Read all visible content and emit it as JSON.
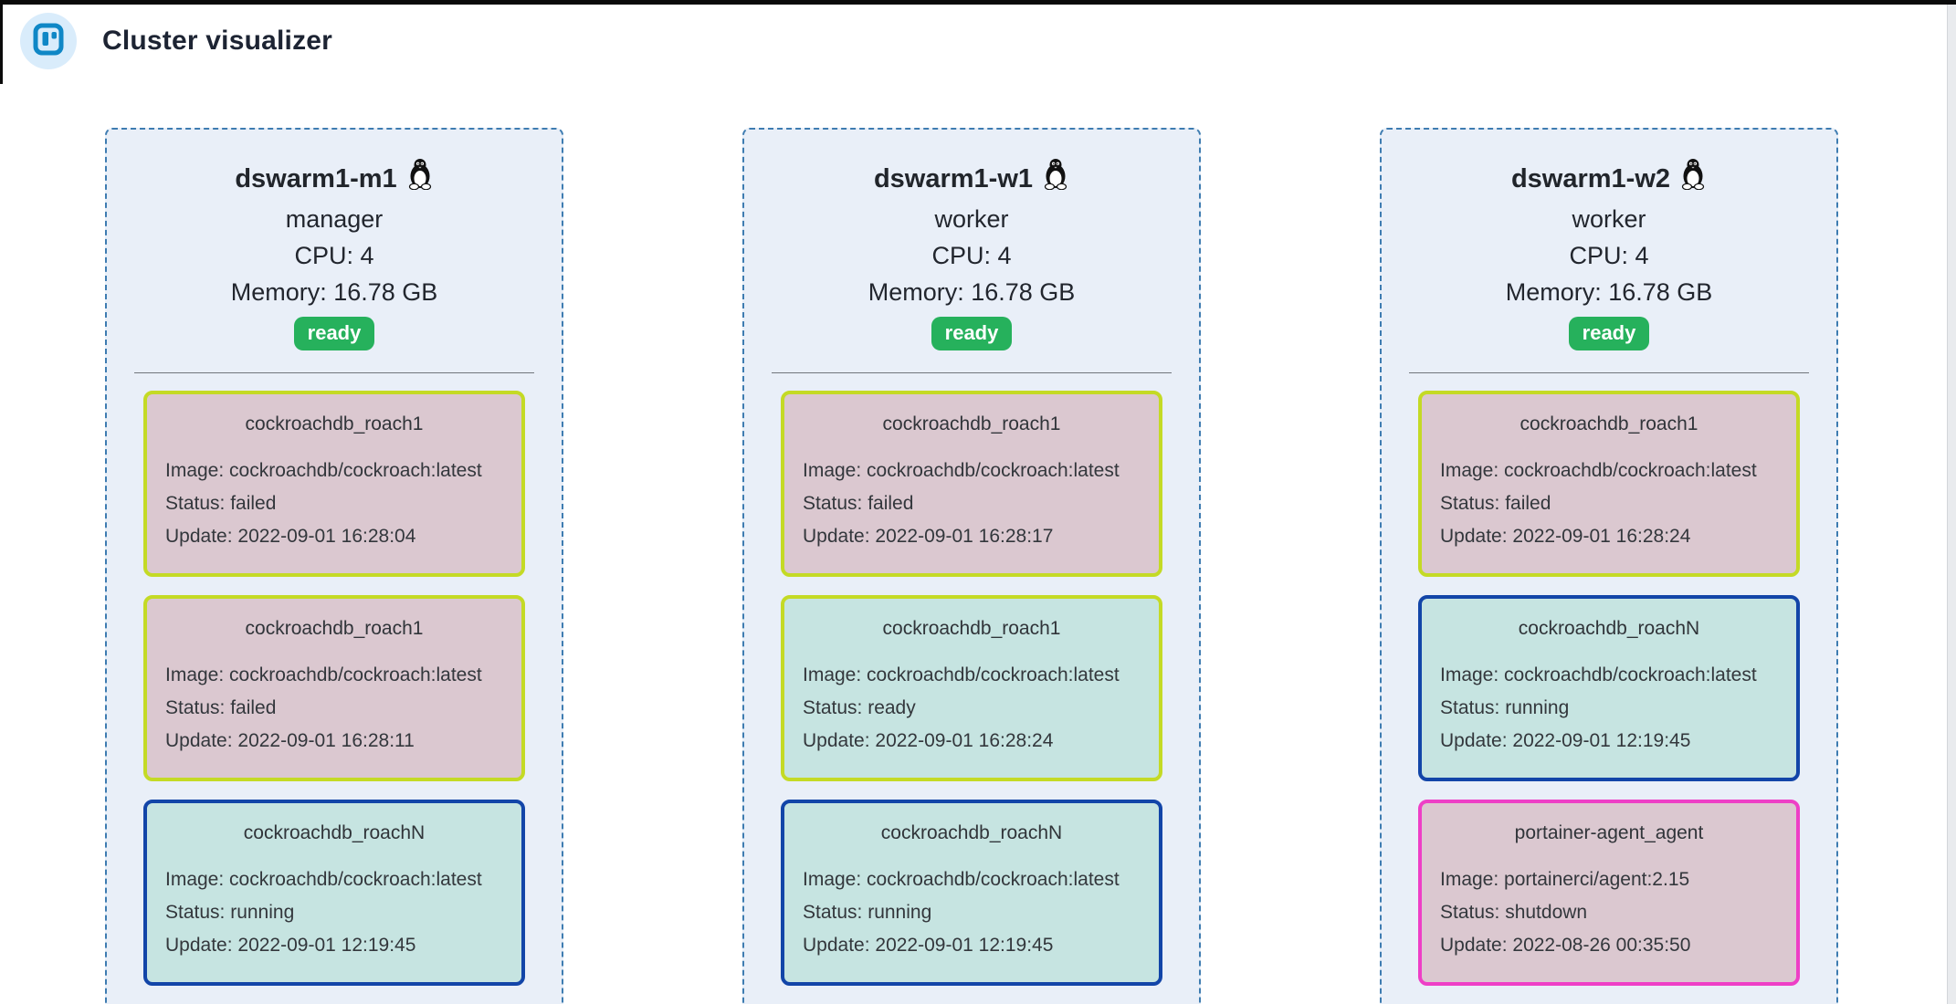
{
  "header": {
    "title": "Cluster visualizer"
  },
  "colors": {
    "edge": "#0a0a0a",
    "scrollbar": "#e9ebee",
    "avatar-bg": "#d9ecfb",
    "logo-blue": "#0f87c6",
    "title": "#1d2433",
    "node-bg": "#e9eff8",
    "node-border": "#3e7cb1",
    "badge": "#26b15c",
    "sep": "#71757c",
    "task-pink": "#dbc8d0",
    "task-teal": "#c6e4e1",
    "border-lime": "#c4da25",
    "border-blue": "#1245a8",
    "border-magenta": "#ee3fc6"
  },
  "nodes": [
    {
      "name": "dswarm1-m1",
      "role": "manager",
      "cpu": "CPU: 4",
      "memory": "Memory: 16.78 GB",
      "status": "ready",
      "tasks": [
        {
          "name": "cockroachdb_roach1",
          "image": "Image: cockroachdb/cockroach:latest",
          "status": "Status: failed",
          "update": "Update: 2022-09-01 16:28:04"
        },
        {
          "name": "cockroachdb_roach1",
          "image": "Image: cockroachdb/cockroach:latest",
          "status": "Status: failed",
          "update": "Update: 2022-09-01 16:28:11"
        },
        {
          "name": "cockroachdb_roachN",
          "image": "Image: cockroachdb/cockroach:latest",
          "status": "Status: running",
          "update": "Update: 2022-09-01 12:19:45"
        }
      ]
    },
    {
      "name": "dswarm1-w1",
      "role": "worker",
      "cpu": "CPU: 4",
      "memory": "Memory: 16.78 GB",
      "status": "ready",
      "tasks": [
        {
          "name": "cockroachdb_roach1",
          "image": "Image: cockroachdb/cockroach:latest",
          "status": "Status: failed",
          "update": "Update: 2022-09-01 16:28:17"
        },
        {
          "name": "cockroachdb_roach1",
          "image": "Image: cockroachdb/cockroach:latest",
          "status": "Status: ready",
          "update": "Update: 2022-09-01 16:28:24"
        },
        {
          "name": "cockroachdb_roachN",
          "image": "Image: cockroachdb/cockroach:latest",
          "status": "Status: running",
          "update": "Update: 2022-09-01 12:19:45"
        }
      ]
    },
    {
      "name": "dswarm1-w2",
      "role": "worker",
      "cpu": "CPU: 4",
      "memory": "Memory: 16.78 GB",
      "status": "ready",
      "tasks": [
        {
          "name": "cockroachdb_roach1",
          "image": "Image: cockroachdb/cockroach:latest",
          "status": "Status: failed",
          "update": "Update: 2022-09-01 16:28:24"
        },
        {
          "name": "cockroachdb_roachN",
          "image": "Image: cockroachdb/cockroach:latest",
          "status": "Status: running",
          "update": "Update: 2022-09-01 12:19:45"
        },
        {
          "name": "portainer-agent_agent",
          "image": "Image: portainerci/agent:2.15",
          "status": "Status: shutdown",
          "update": "Update: 2022-08-26 00:35:50"
        }
      ]
    }
  ]
}
